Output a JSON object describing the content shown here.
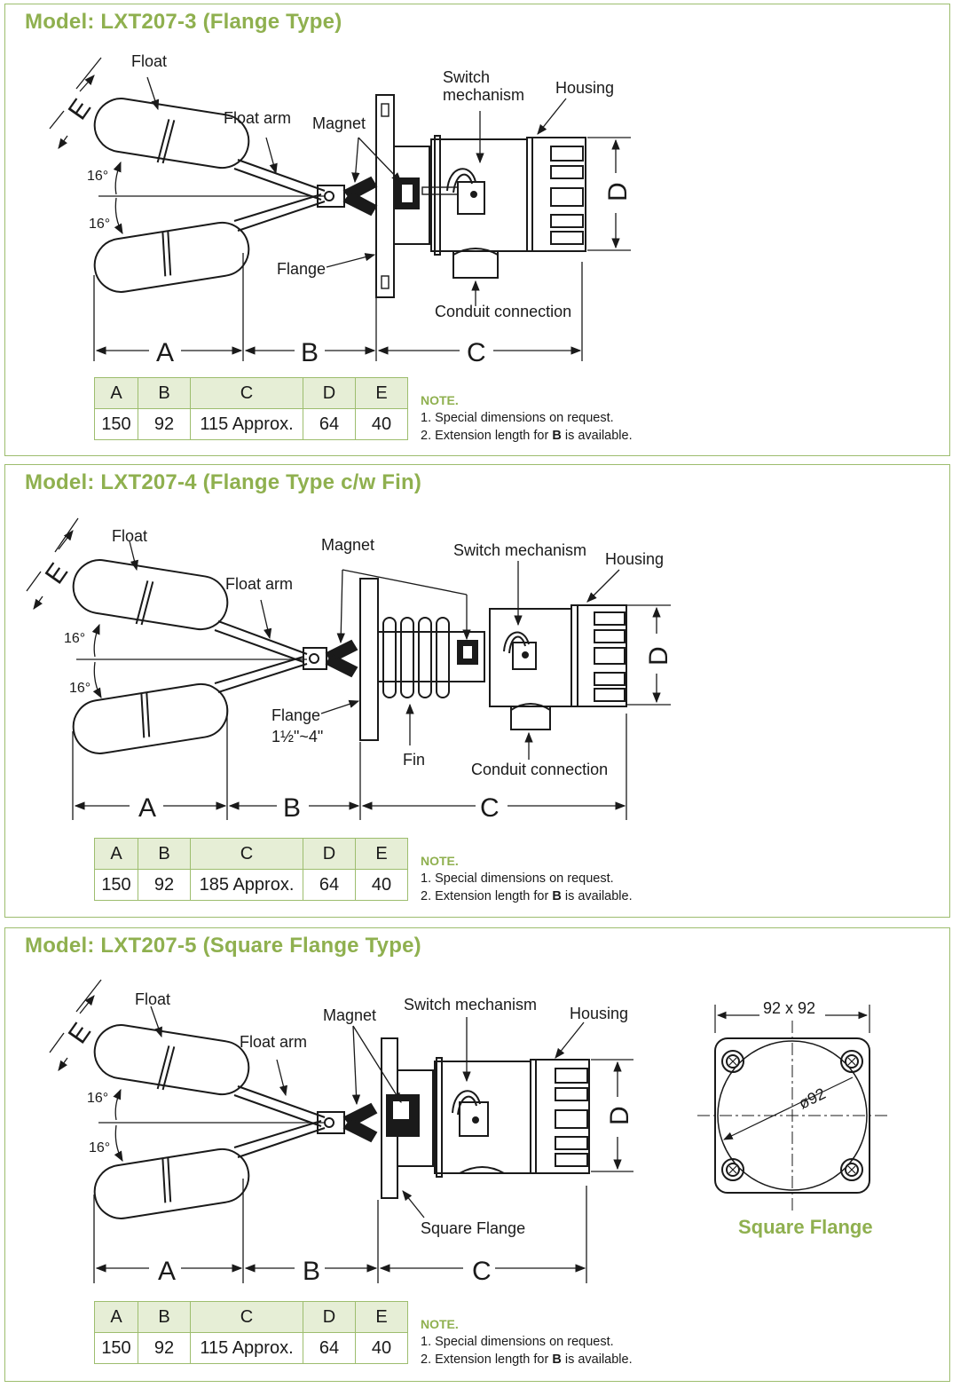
{
  "panels": [
    {
      "title": "Model: LXT207-3 (Flange Type)",
      "labels": {
        "float": "Float",
        "float_arm": "Float arm",
        "magnet": "Magnet",
        "switch": "Switch mechanism",
        "switch_l1": "Switch",
        "switch_l2": "mechanism",
        "housing": "Housing",
        "flange": "Flange",
        "conduit": "Conduit connection",
        "angle_top": "16°",
        "angle_bot": "16°",
        "dim_a": "A",
        "dim_b": "B",
        "dim_c": "C",
        "dim_d": "D",
        "dim_e": "E"
      },
      "table": {
        "headers": [
          "A",
          "B",
          "C",
          "D",
          "E"
        ],
        "values": [
          "150",
          "92",
          "115 Approx.",
          "64",
          "40"
        ]
      },
      "note": {
        "title": "NOTE.",
        "line1": "1. Special dimensions on request.",
        "line2_pre": "2. Extension length for ",
        "line2_bold": "B",
        "line2_post": " is available."
      }
    },
    {
      "title": "Model: LXT207-4 (Flange Type c/w Fin)",
      "labels": {
        "float": "Float",
        "float_arm": "Float arm",
        "magnet": "Magnet",
        "switch": "Switch mechanism",
        "housing": "Housing",
        "flange": "Flange",
        "flange_size": "1½\"~4\"",
        "fin": "Fin",
        "conduit": "Conduit connection",
        "angle_top": "16°",
        "angle_bot": "16°",
        "dim_a": "A",
        "dim_b": "B",
        "dim_c": "C",
        "dim_d": "D",
        "dim_e": "E"
      },
      "table": {
        "headers": [
          "A",
          "B",
          "C",
          "D",
          "E"
        ],
        "values": [
          "150",
          "92",
          "185 Approx.",
          "64",
          "40"
        ]
      },
      "note": {
        "title": "NOTE.",
        "line1": "1. Special dimensions on request.",
        "line2_pre": "2. Extension length for ",
        "line2_bold": "B",
        "line2_post": " is available."
      }
    },
    {
      "title": "Model: LXT207-5 (Square Flange Type)",
      "labels": {
        "float": "Float",
        "float_arm": "Float arm",
        "magnet": "Magnet",
        "switch": "Switch mechanism",
        "housing": "Housing",
        "square_flange": "Square Flange",
        "angle_top": "16°",
        "angle_bot": "16°",
        "dim_a": "A",
        "dim_b": "B",
        "dim_c": "C",
        "dim_d": "D",
        "dim_e": "E",
        "sq_size": "92 x 92",
        "sq_dia": "ø92",
        "sq_caption": "Square Flange"
      },
      "table": {
        "headers": [
          "A",
          "B",
          "C",
          "D",
          "E"
        ],
        "values": [
          "150",
          "92",
          "115 Approx.",
          "64",
          "40"
        ]
      },
      "note": {
        "title": "NOTE.",
        "line1": "1. Special dimensions on request.",
        "line2_pre": "2. Extension length for ",
        "line2_bold": "B",
        "line2_post": " is available."
      }
    }
  ],
  "colors": {
    "accent": "#8fb04f",
    "border": "#9dbd6e",
    "header_fill": "#e6eed6"
  }
}
